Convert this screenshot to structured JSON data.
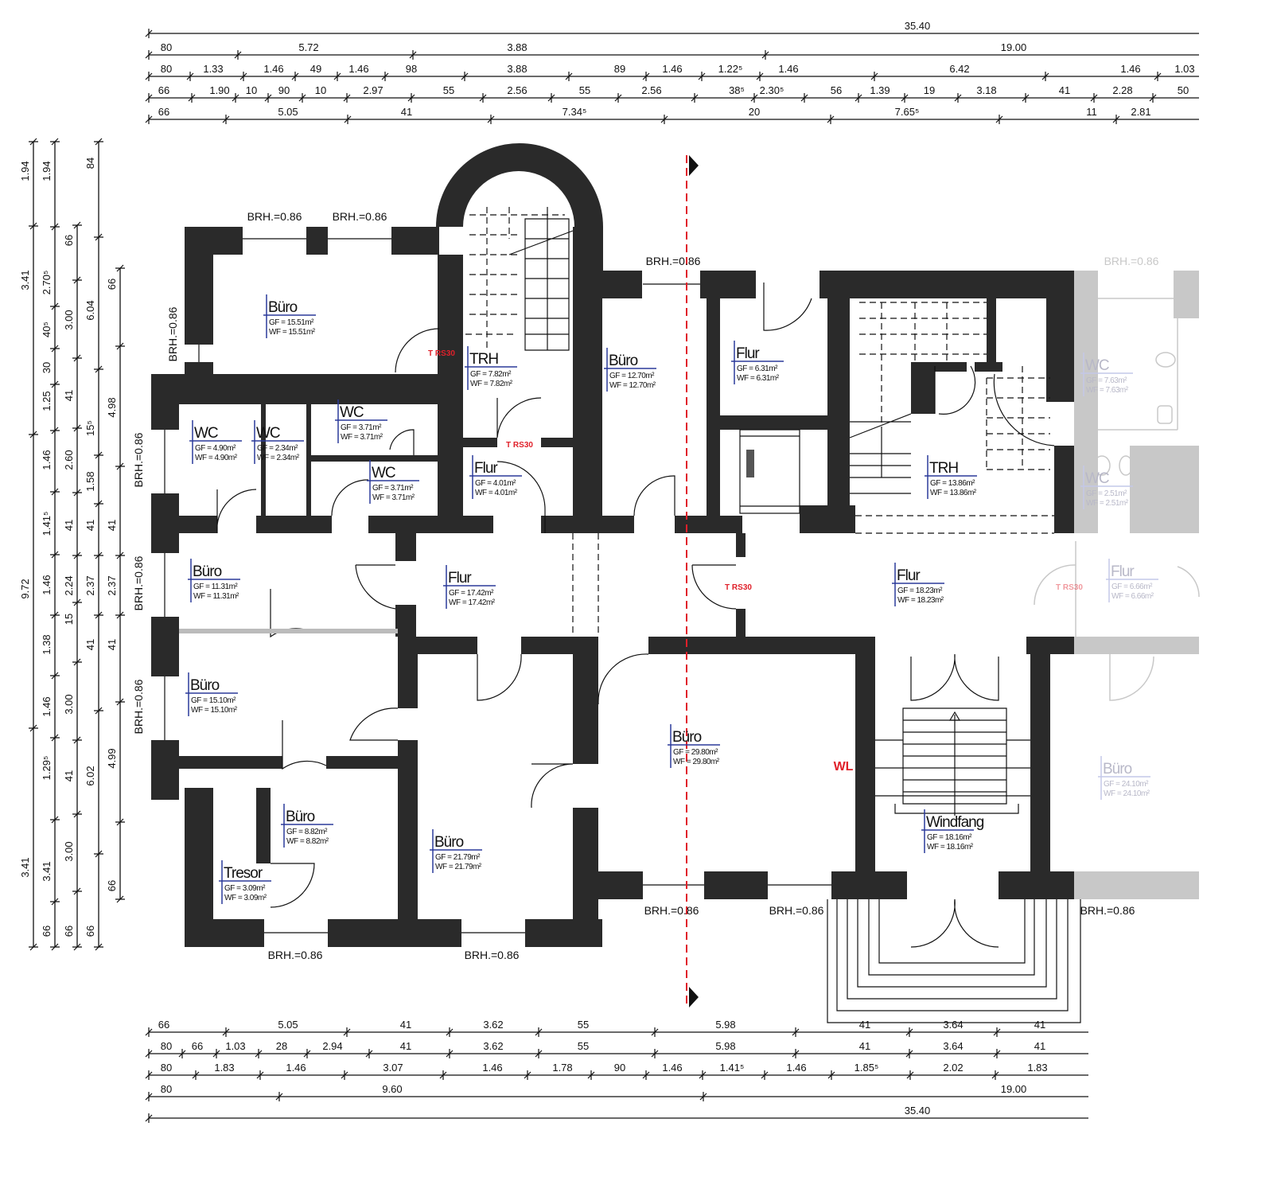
{
  "dimensions": {
    "top": [
      [
        "35.40"
      ],
      [
        "80",
        "5.72",
        "3.88",
        "19.00"
      ],
      [
        "80",
        "1.33",
        "1.46",
        "49",
        "1.46",
        "98",
        "3.88",
        "89",
        "1.46",
        "1.22⁵",
        "1.46",
        "6.42",
        "1.46",
        "1.03"
      ],
      [
        "66",
        "1.90",
        "10",
        "90",
        "10",
        "2.97",
        "55",
        "2.56",
        "55",
        "2.56",
        "38⁵",
        "2.30⁵",
        "56",
        "1.39",
        "19",
        "3.18",
        "41",
        "2.28",
        "50"
      ],
      [
        "66",
        "5.05",
        "41",
        "7.34⁵",
        "20",
        "7.65⁵",
        "11",
        "2.81"
      ]
    ],
    "bottom": [
      [
        "66",
        "5.05",
        "41",
        "3.62",
        "55",
        "5.98",
        "41",
        "3.64",
        "41"
      ],
      [
        "80",
        "66",
        "1.03",
        "28",
        "2.94",
        "41",
        "3.62",
        "55",
        "5.98",
        "41",
        "3.64",
        "41"
      ],
      [
        "80",
        "1.83",
        "1.46",
        "3.07",
        "1.46",
        "1.78",
        "90",
        "1.46",
        "1.41⁵",
        "1.46",
        "1.85⁵",
        "2.02",
        "1.83"
      ],
      [
        "80",
        "9.60",
        "19.00"
      ],
      [
        "35.40"
      ]
    ],
    "left": [
      [
        "1.94",
        "3.41",
        "9.72",
        "3.41"
      ],
      [
        "1.94",
        "2.70⁵",
        "40⁵",
        "30",
        "1.25",
        "1.46",
        "1.41⁵",
        "1.46",
        "1.38",
        "1.46",
        "1.29⁵",
        "3.41",
        "66"
      ],
      [
        "66",
        "3.00",
        "41",
        "2.60",
        "41",
        "2.24",
        "15",
        "3.00",
        "41",
        "3.00",
        "66"
      ],
      [
        "84",
        "6.04",
        "15⁵",
        "1.58",
        "41",
        "2.37",
        "41",
        "6.02",
        "66"
      ],
      [
        "66",
        "4.98",
        "41",
        "2.37",
        "41",
        "4.99",
        "66"
      ]
    ]
  },
  "rooms": [
    {
      "name": "Büro",
      "gf": "GF = 15.51m²",
      "wf": "WF = 15.51m²"
    },
    {
      "name": "TRH",
      "gf": "GF = 7.82m²",
      "wf": "WF = 7.82m²"
    },
    {
      "name": "WC",
      "gf": "GF = 4.90m²",
      "wf": "WF = 4.90m²"
    },
    {
      "name": "WC",
      "gf": "GF = 2.34m²",
      "wf": "WF = 2.34m²"
    },
    {
      "name": "WC",
      "gf": "GF = 3.71m²",
      "wf": "WF = 3.71m²"
    },
    {
      "name": "WC",
      "gf": "GF = 3.71m²",
      "wf": "WF = 3.71m²"
    },
    {
      "name": "Flur",
      "gf": "GF = 4.01m²",
      "wf": "WF = 4.01m²"
    },
    {
      "name": "Büro",
      "gf": "GF = 12.70m²",
      "wf": "WF = 12.70m²"
    },
    {
      "name": "Flur",
      "gf": "GF = 6.31m²",
      "wf": "WF = 6.31m²"
    },
    {
      "name": "TRH",
      "gf": "GF = 13.86m²",
      "wf": "WF = 13.86m²"
    },
    {
      "name": "Büro",
      "gf": "GF = 11.31m²",
      "wf": "WF = 11.31m²"
    },
    {
      "name": "Flur",
      "gf": "GF = 17.42m²",
      "wf": "WF = 17.42m²"
    },
    {
      "name": "Flur",
      "gf": "GF = 18.23m²",
      "wf": "WF = 18.23m²"
    },
    {
      "name": "Büro",
      "gf": "GF = 15.10m²",
      "wf": "WF = 15.10m²"
    },
    {
      "name": "Büro",
      "gf": "GF = 29.80m²",
      "wf": "WF = 29.80m²"
    },
    {
      "name": "Büro",
      "gf": "GF = 8.82m²",
      "wf": "WF = 8.82m²"
    },
    {
      "name": "Büro",
      "gf": "GF = 21.79m²",
      "wf": "WF = 21.79m²"
    },
    {
      "name": "Windfang",
      "gf": "GF = 18.16m²",
      "wf": "WF = 18.16m²"
    },
    {
      "name": "Tresor",
      "gf": "GF = 3.09m²",
      "wf": "WF = 3.09m²"
    }
  ],
  "adjacent_rooms": [
    {
      "name": "WC",
      "gf": "GF = 7.63m²",
      "wf": "WF = 7.63m²"
    },
    {
      "name": "WC",
      "gf": "GF = 2.51m²",
      "wf": "WF = 2.51m²"
    },
    {
      "name": "Flur",
      "gf": "GF = 6.66m²",
      "wf": "WF = 6.66m²"
    },
    {
      "name": "Büro",
      "gf": "GF = 24.10m²",
      "wf": "WF = 24.10m²"
    }
  ],
  "parapet_label": "BRH.=0.86",
  "fire_door_label": "T RS30",
  "wall_marker_label": "WL",
  "colors": {
    "wall": "#2a2a2a",
    "section_line": "#e0202a",
    "label_rule": "#2b3a9a",
    "faded": "#c8c8c8"
  }
}
